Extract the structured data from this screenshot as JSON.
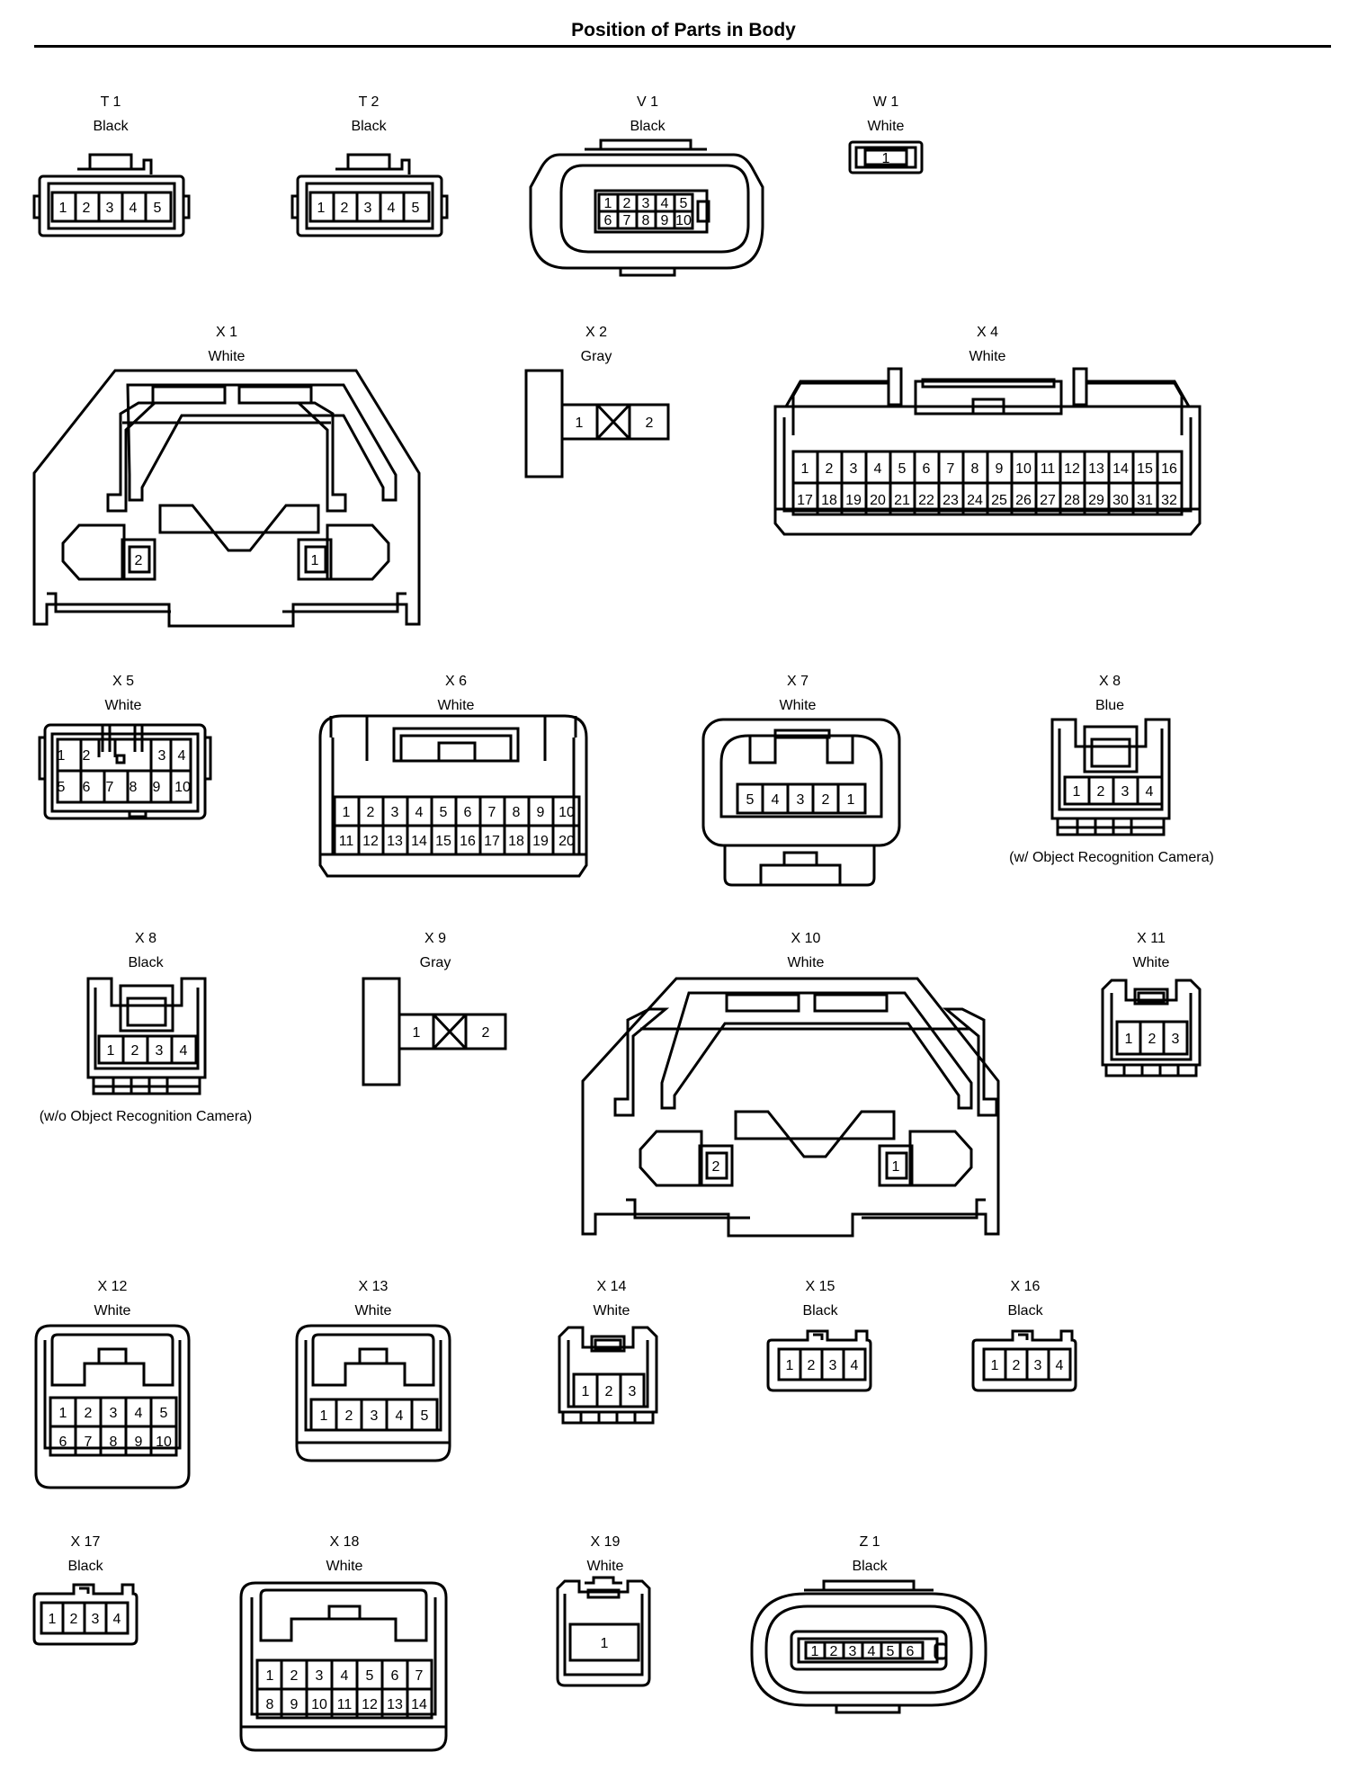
{
  "title": "Position of Parts in Body",
  "connectors": {
    "T1": {
      "name": "T 1",
      "color": "Black"
    },
    "T2": {
      "name": "T 2",
      "color": "Black"
    },
    "V1": {
      "name": "V 1",
      "color": "Black"
    },
    "W1": {
      "name": "W 1",
      "color": "White"
    },
    "X1": {
      "name": "X 1",
      "color": "White"
    },
    "X2": {
      "name": "X 2",
      "color": "Gray"
    },
    "X4": {
      "name": "X 4",
      "color": "White"
    },
    "X5": {
      "name": "X 5",
      "color": "White"
    },
    "X6": {
      "name": "X 6",
      "color": "White"
    },
    "X7": {
      "name": "X 7",
      "color": "White"
    },
    "X8a": {
      "name": "X 8",
      "color": "Blue",
      "note": "(w/ Object Recognition Camera)"
    },
    "X8b": {
      "name": "X 8",
      "color": "Black",
      "note": "(w/o Object Recognition Camera)"
    },
    "X9": {
      "name": "X 9",
      "color": "Gray"
    },
    "X10": {
      "name": "X 10",
      "color": "White"
    },
    "X11": {
      "name": "X 11",
      "color": "White"
    },
    "X12": {
      "name": "X 12",
      "color": "White"
    },
    "X13": {
      "name": "X 13",
      "color": "White"
    },
    "X14": {
      "name": "X 14",
      "color": "White"
    },
    "X15": {
      "name": "X 15",
      "color": "Black"
    },
    "X16": {
      "name": "X 16",
      "color": "Black"
    },
    "X17": {
      "name": "X 17",
      "color": "Black"
    },
    "X18": {
      "name": "X 18",
      "color": "White"
    },
    "X19": {
      "name": "X 19",
      "color": "White"
    },
    "Z1": {
      "name": "Z 1",
      "color": "Black"
    }
  }
}
